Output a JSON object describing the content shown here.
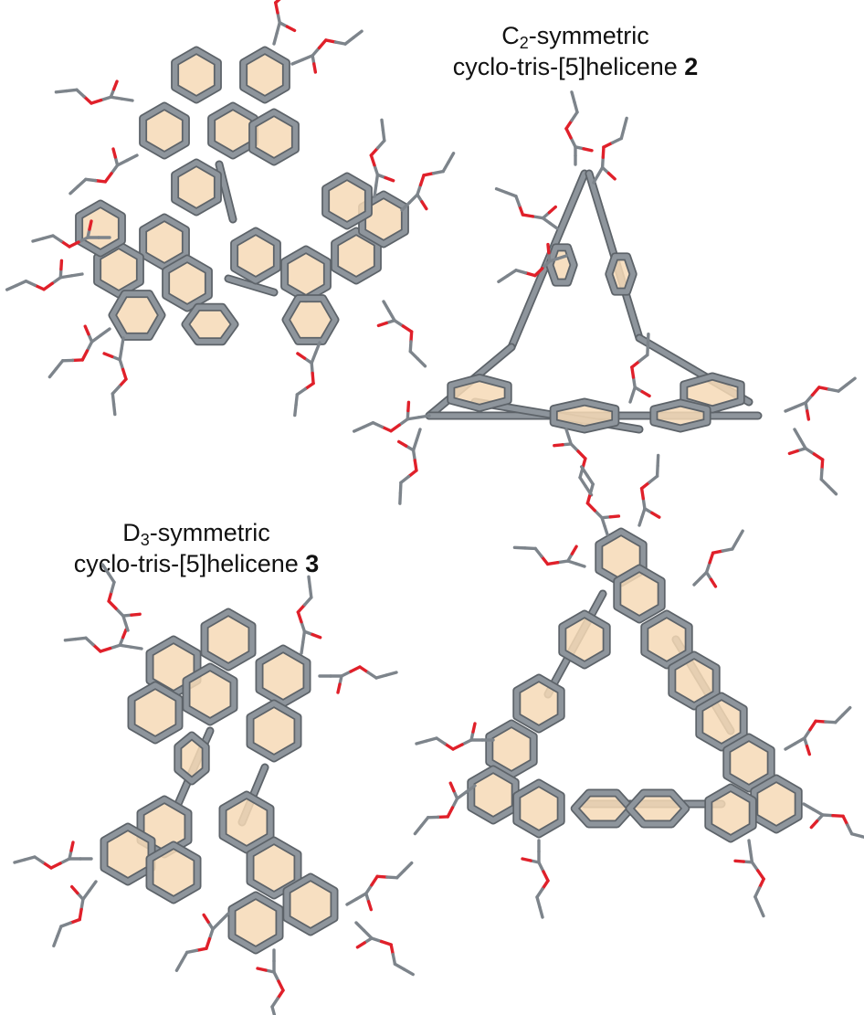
{
  "figure": {
    "captions": {
      "top": {
        "line1_prefix": "C",
        "line1_sub": "2",
        "line1_suffix": "-symmetric",
        "line2_text": "cyclo-tris-[5]helicene ",
        "line2_bold": "2"
      },
      "bottom": {
        "line1_prefix": "D",
        "line1_sub": "3",
        "line1_suffix": "-symmetric",
        "line2_text": "cyclo-tris-[5]helicene ",
        "line2_bold": "3"
      }
    },
    "colors": {
      "ring_fill": "#f6d9b6",
      "bond": "#8e959c",
      "bond_edge": "#5d6369",
      "oxygen": "#e0202a",
      "background": "#ffffff"
    }
  }
}
